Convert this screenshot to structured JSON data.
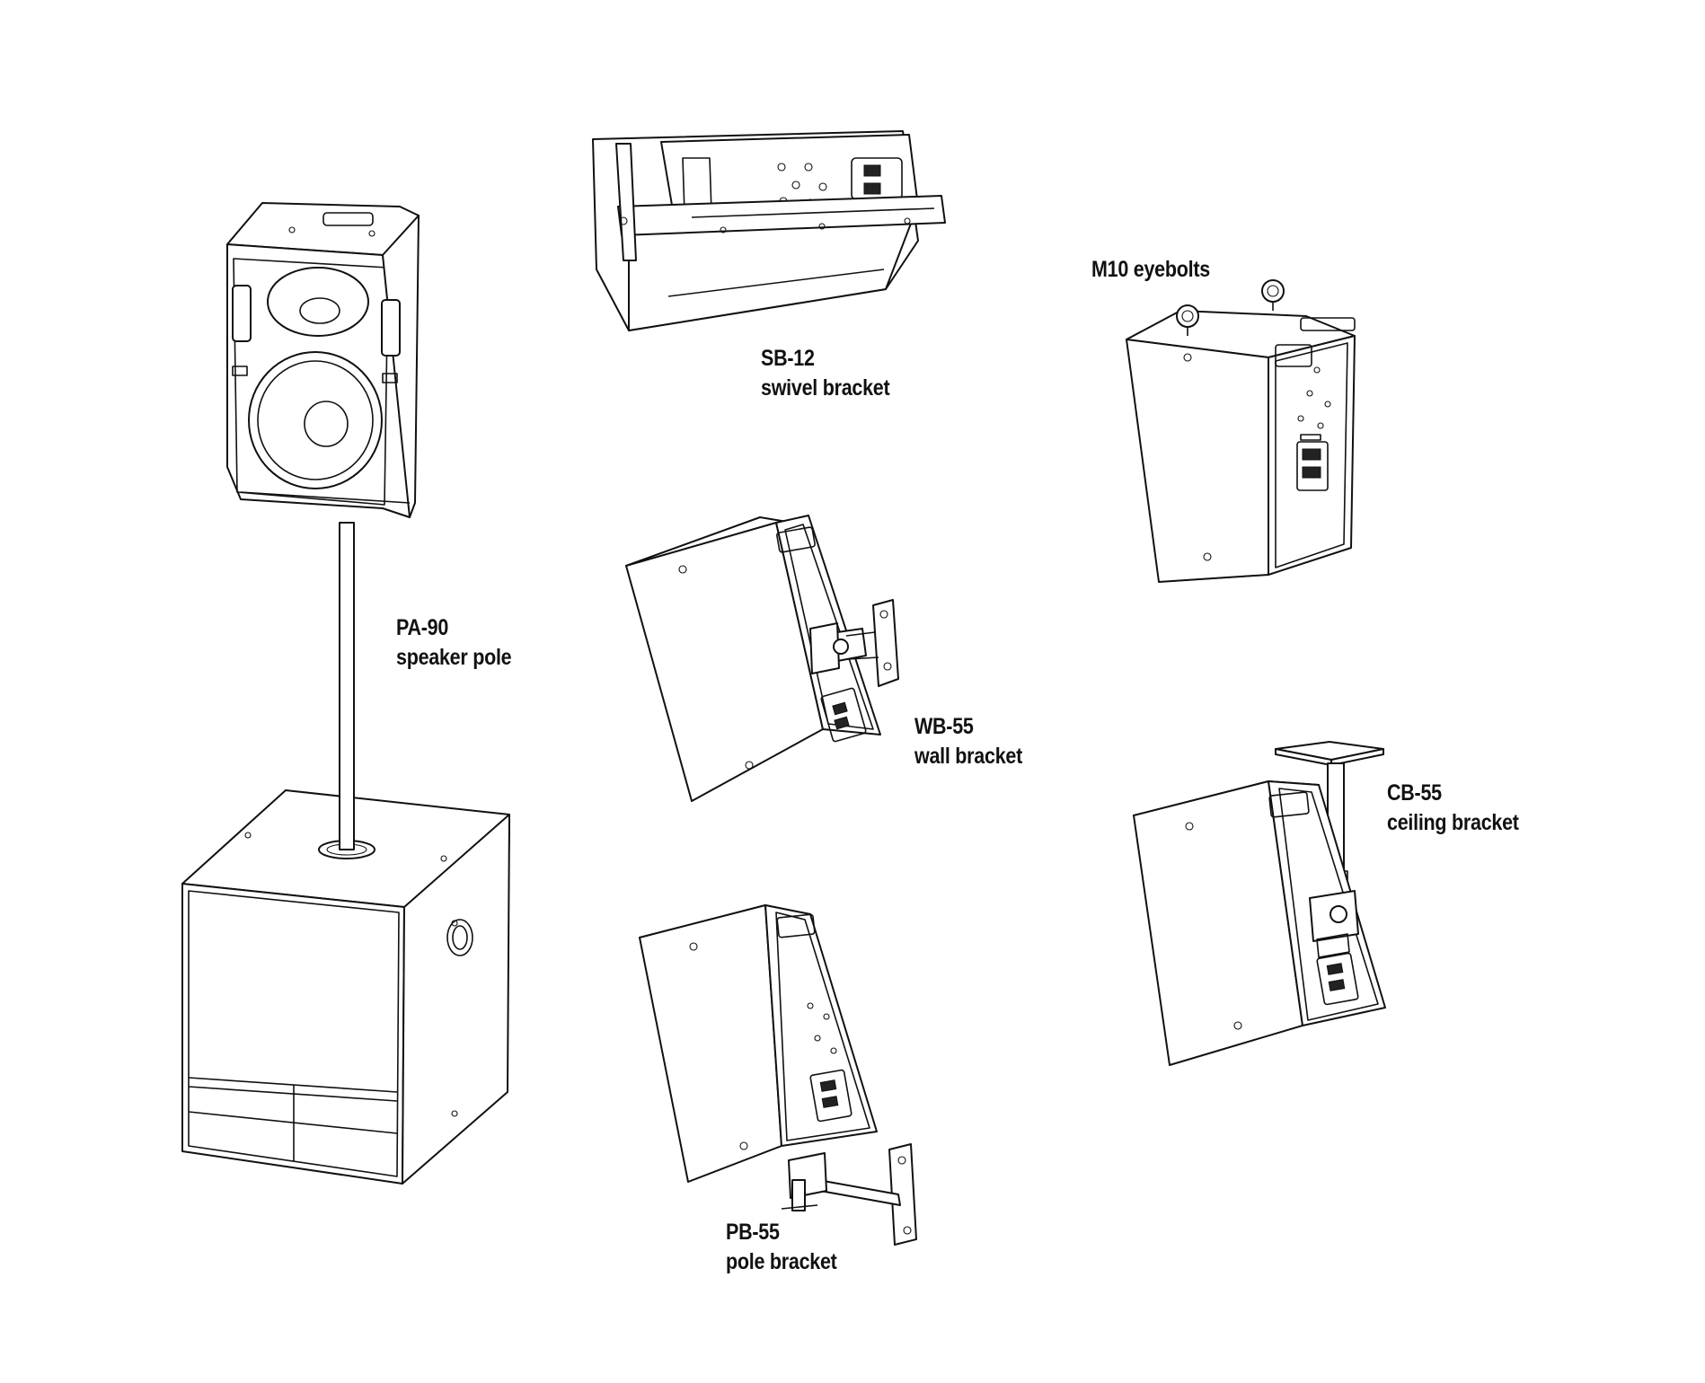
{
  "labels": {
    "speaker_pole": {
      "model": "PA-90",
      "name": "speaker pole"
    },
    "swivel_bracket": {
      "model": "SB-12",
      "name": "swivel bracket"
    },
    "eyebolts": {
      "name": "M10 eyebolts"
    },
    "wall_bracket": {
      "model": "WB-55",
      "name": "wall bracket"
    },
    "ceiling_bracket": {
      "model": "CB-55",
      "name": "ceiling bracket"
    },
    "pole_bracket": {
      "model": "PB-55",
      "name": "pole bracket"
    }
  },
  "line_color": "#111111",
  "background_color": "#ffffff"
}
